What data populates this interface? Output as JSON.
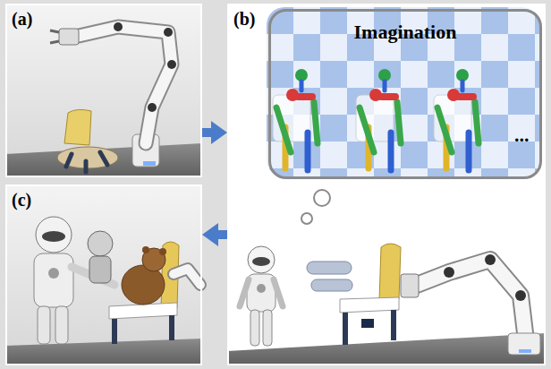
{
  "diagram": {
    "nodes": [
      {
        "text": [
          "(a)"
        ]
      },
      {
        "text": [
          "(b)"
        ]
      },
      {
        "text": [
          "Imagination",
          "..."
        ],
        "in": 1
      },
      {
        "text": [
          "(c)"
        ]
      }
    ],
    "edges": [
      {
        "from": 0,
        "to": 1,
        "arrow": "to"
      },
      {
        "from": 1,
        "to": 3,
        "arrow": "to"
      }
    ]
  }
}
